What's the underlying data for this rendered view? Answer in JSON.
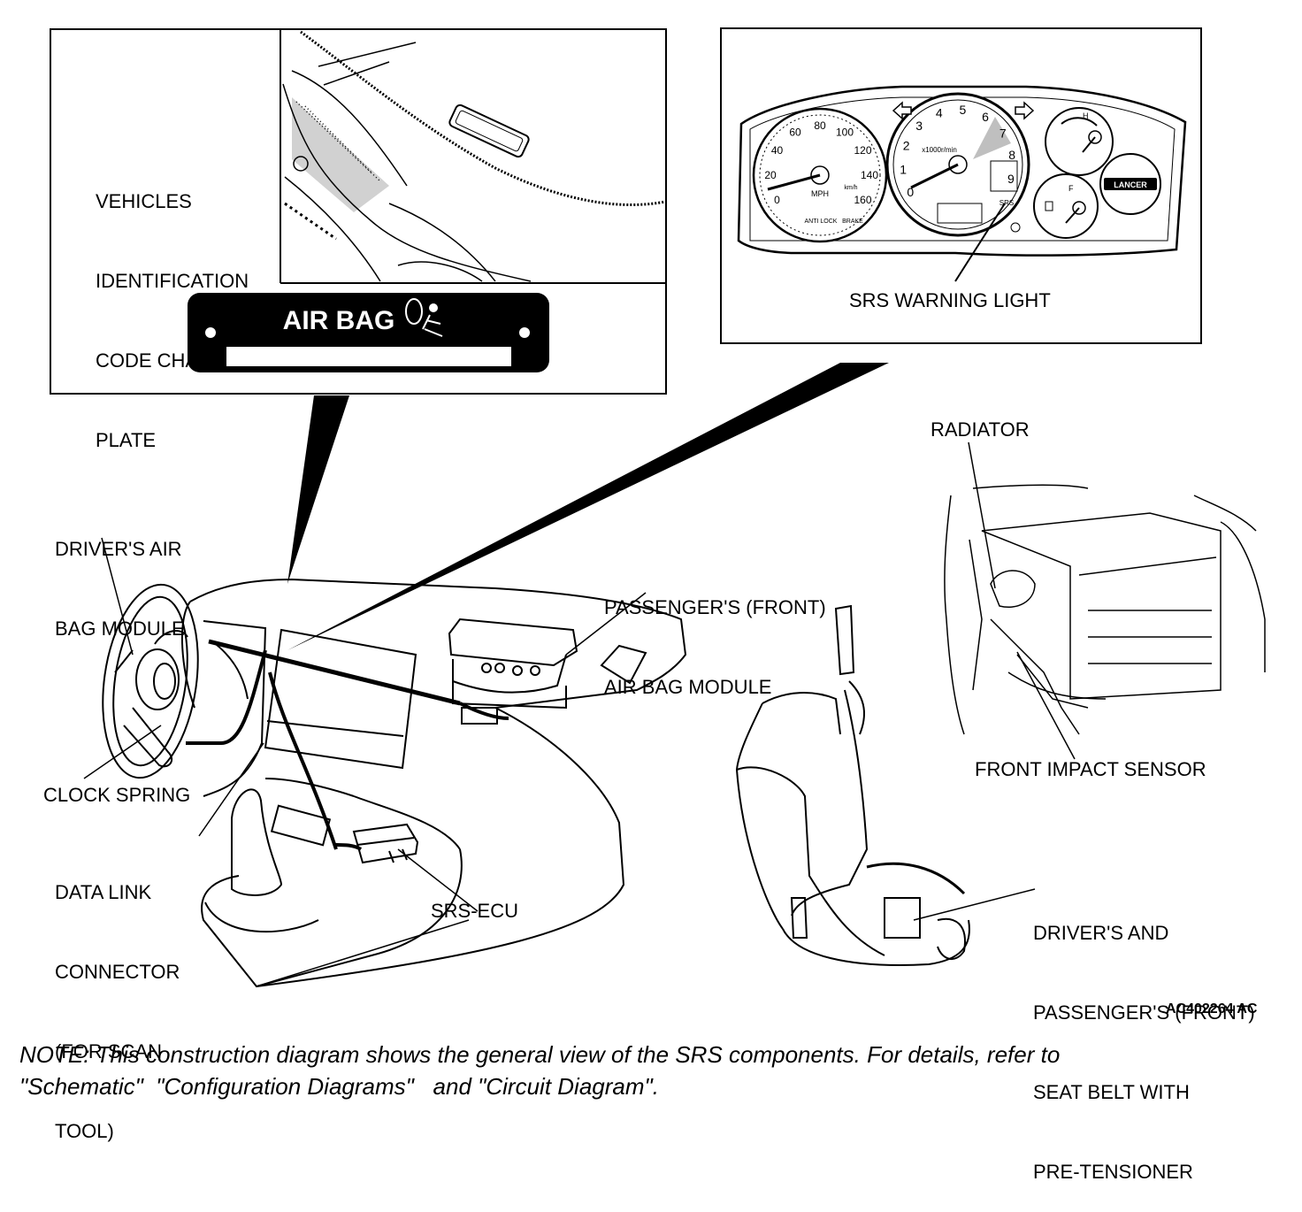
{
  "labels": {
    "vehicle_plate": [
      "VEHICLES",
      "IDENTIFICATION",
      "CODE CHART",
      "PLATE"
    ],
    "srs_warning_light": "SRS WARNING LIGHT",
    "radiator": "RADIATOR",
    "drivers_air_bag": [
      "DRIVER'S AIR",
      "BAG MODULE"
    ],
    "passengers_air_bag": [
      "PASSENGER'S (FRONT)",
      "AIR BAG MODULE"
    ],
    "front_impact_sensor": "FRONT IMPACT SENSOR",
    "clock_spring": "CLOCK SPRING",
    "data_link_connector": [
      "DATA LINK",
      "CONNECTOR",
      "(FOR SCAN",
      "TOOL)"
    ],
    "srs_ecu": "SRS-ECU",
    "seat_belt": [
      "DRIVER'S AND",
      "PASSENGER'S (FRONT)",
      "SEAT BELT WITH",
      "PRE-TENSIONER"
    ]
  },
  "plate": {
    "text": "AIR BAG"
  },
  "cluster": {
    "speedo_ticks": [
      "0",
      "20",
      "40",
      "60",
      "80",
      "100",
      "120",
      "140",
      "160"
    ],
    "speedo_unit": "MPH",
    "speedo_kmh_unit": "km/h",
    "tacho_ticks": [
      "0",
      "1",
      "2",
      "3",
      "4",
      "5",
      "6",
      "7",
      "8",
      "9"
    ],
    "tacho_unit": "x1000r/min",
    "srs_tag": "SRS",
    "badge": "LANCER",
    "fuel_mark": "F",
    "temp_mark": "H",
    "anti_lock": "ANTI LOCK",
    "brake": "BRAKE"
  },
  "figure_code": "AC402264 AC",
  "note": [
    "NOTE: This construction diagram shows the general view of the SRS components. For details, refer to",
    "\"Schematic\"  \"Configuration Diagrams\"   and \"Circuit Diagram\"."
  ]
}
